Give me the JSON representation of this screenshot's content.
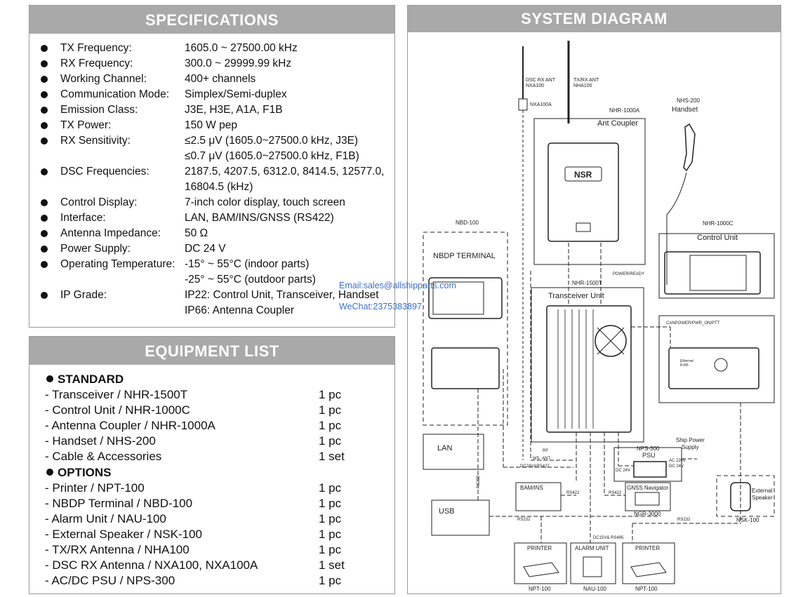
{
  "specifications": {
    "title": "SPECIFICATIONS",
    "rows": [
      {
        "label": "TX Frequency:",
        "values": [
          "1605.0 ~ 27500.00 kHz"
        ]
      },
      {
        "label": "RX Frequency:",
        "values": [
          "300.0 ~ 29999.99 kHz"
        ]
      },
      {
        "label": "Working Channel:",
        "values": [
          "400+ channels"
        ]
      },
      {
        "label": "Communication Mode:",
        "values": [
          "Simplex/Semi-duplex"
        ]
      },
      {
        "label": "Emission Class:",
        "values": [
          "J3E, H3E, A1A, F1B"
        ]
      },
      {
        "label": "TX Power:",
        "values": [
          "150 W pep"
        ]
      },
      {
        "label": "RX Sensitivity:",
        "values": [
          "≤2.5 μV (1605.0~27500.0 kHz, J3E)",
          "≤0.7 μV (1605.0~27500.0 kHz, F1B)"
        ]
      },
      {
        "label": "DSC Frequencies:",
        "values": [
          "2187.5, 4207.5, 6312.0, 8414.5, 12577.0,",
          "16804.5 (kHz)"
        ]
      },
      {
        "label": "Control Display:",
        "values": [
          "7-inch color display, touch screen"
        ]
      },
      {
        "label": "Interface:",
        "values": [
          "LAN, BAM/INS/GNSS (RS422)"
        ]
      },
      {
        "label": "Antenna Impedance:",
        "values": [
          "50 Ω"
        ]
      },
      {
        "label": "Power Supply:",
        "values": [
          "DC 24 V"
        ]
      },
      {
        "label": "Operating Temperature:",
        "values": [
          "-15° ~ 55°C (indoor parts)",
          "-25° ~ 55°C (outdoor parts)"
        ]
      },
      {
        "label": "IP Grade:",
        "values": [
          "IP22: Control Unit, Transceiver, Handset",
          "IP66: Antenna Coupler"
        ]
      }
    ]
  },
  "equipment": {
    "title": "EQUIPMENT LIST",
    "standard_title": "STANDARD",
    "standard": [
      {
        "name": "- Transceiver / NHR-1500T",
        "qty": "1 pc"
      },
      {
        "name": "- Control Unit / NHR-1000C",
        "qty": "1 pc"
      },
      {
        "name": "- Antenna Coupler / NHR-1000A",
        "qty": "1 pc"
      },
      {
        "name": "- Handset  / NHS-200",
        "qty": "1 pc"
      },
      {
        "name": "- Cable & Accessories",
        "qty": "1 set"
      }
    ],
    "options_title": "OPTIONS",
    "options": [
      {
        "name": "- Printer / NPT-100",
        "qty": "1 pc"
      },
      {
        "name": "- NBDP Terminal / NBD-100",
        "qty": "1 pc"
      },
      {
        "name": "- Alarm Unit / NAU-100",
        "qty": "1 pc"
      },
      {
        "name": "- External Speaker / NSK-100",
        "qty": "1 pc"
      },
      {
        "name": "- TX/RX Antenna / NHA100",
        "qty": "1 pc"
      },
      {
        "name": "- DSC RX Antenna / NXA100, NXA100A",
        "qty": "1 set"
      },
      {
        "name": "- AC/DC PSU / NPS-300",
        "qty": "1 pc"
      }
    ]
  },
  "watermark": {
    "email": "Email:sales@allshipparts.com",
    "wechat": "WeChat:2375383897"
  },
  "diagram": {
    "title": "SYSTEM DIAGRAM",
    "labels": {
      "dsc_ant": "DSC RX ANT",
      "dsc_ant_model": "NXA100",
      "nxa100a": "NXA100A",
      "txrx_ant": "TX/RX ANT",
      "txrx_ant_model": "NHA100",
      "coupler_model": "NHR-1000A",
      "coupler_name": "Ant Coupler",
      "nsr": "NSR",
      "handset_model": "NHS-200",
      "handset_name": "Handset",
      "nbd_model": "NBD-100",
      "nbdp": "NBDP TERMINAL",
      "control_model": "NHR-1000C",
      "control_name": "Control Unit",
      "power_ready": "POWER/READY",
      "trx_model": "NHR-1500T",
      "trx_name": "Transceiver Unit",
      "can_line": "CANPOWER/PWR_ON/PTT",
      "ethernet": "Ethernet",
      "rj45": "RJ45",
      "lan": "LAN",
      "rs232": "RS232",
      "usb": "USB",
      "rf": "RF",
      "ws_ant": "WS_ANT",
      "dc_rs422": "DC24V&RS422",
      "nps_model": "NPS-300",
      "psu": "PSU",
      "ship_power_1": "Ship Power",
      "ship_power_2": "Supply",
      "ac220": "AC 220V",
      "dc24_a": "DC 24V",
      "dc24_b": "DC 24V",
      "bam": "BAM/INS",
      "rs422_a": "RS422",
      "rs422_b": "RS422",
      "gnss": "GNSS Navigator",
      "ngr": "NGR-3000",
      "rs232_a": "RS232",
      "rs232_b": "RS232",
      "ext_speaker_1": "External",
      "ext_speaker_2": "Speaker",
      "nsk": "NSK-100",
      "dc_rs485": "DC15V& RS485",
      "printer_1": "PRINTER",
      "alarm_unit": "ALARM UNIT",
      "printer_2": "PRINTER",
      "npt_1": "NPT-100",
      "nau": "NAU-100",
      "npt_2": "NPT-100"
    }
  }
}
